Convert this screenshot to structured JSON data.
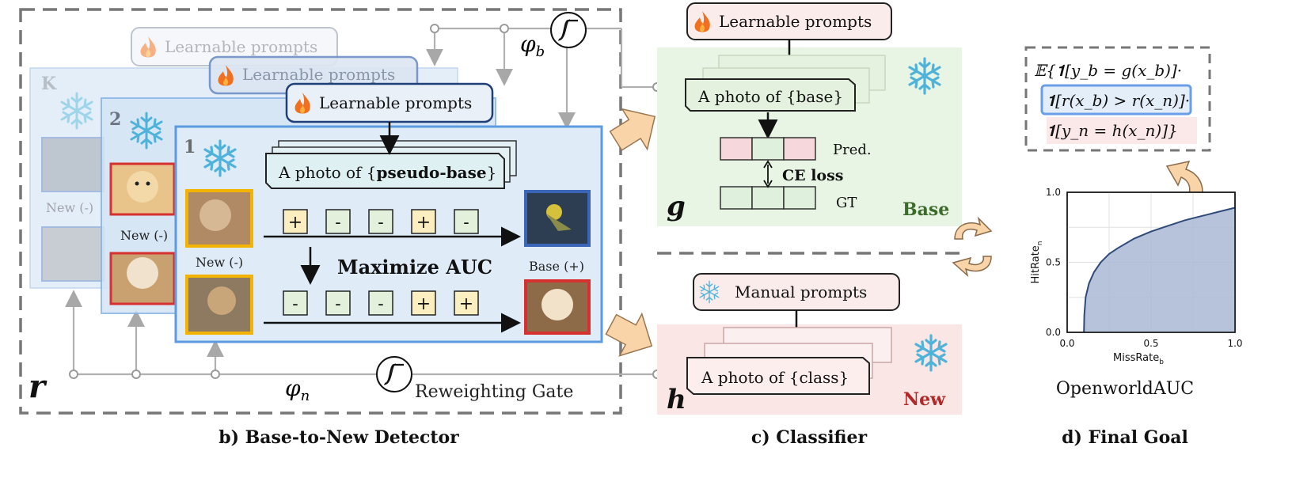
{
  "detector": {
    "caption": "b) Base-to-New Detector",
    "stack_labels": [
      "K",
      "2",
      "1"
    ],
    "prompt_label": "Learnable prompts",
    "template_text_prefix": "A photo of {",
    "template_text_bold": "pseudo-base",
    "template_text_suffix": "}",
    "new_label": "New (-)",
    "base_label": "Base (+)",
    "maximize_label": "Maximize AUC",
    "row1_signs": [
      "+",
      "-",
      "-",
      "+",
      "-"
    ],
    "row2_signs": [
      "-",
      "-",
      "-",
      "+",
      "+"
    ],
    "phi_b": "φ",
    "phi_b_sub": "b",
    "phi_n": "φ",
    "phi_n_sub": "n",
    "gate_label": "Reweighting Gate",
    "r_label": "r"
  },
  "classifier": {
    "caption": "c) Classifier",
    "base_prompt_label": "Learnable prompts",
    "base_template": "A photo of {base}",
    "pred_label": "Pred.",
    "loss_label": "CE loss",
    "gt_label": "GT",
    "base_tag": "Base",
    "g_label": "g",
    "new_prompt_label": "Manual prompts",
    "new_template": "A photo of {class}",
    "new_tag": "New",
    "h_label": "h"
  },
  "goal": {
    "caption": "d) Final Goal",
    "formula_line1": "𝔼{𝟏[y_b = g(x_b)]·",
    "formula_line2": "𝟏[r(x_b) > r(x_n)]·",
    "formula_line3": "𝟏[y_n = h(x_n)]}",
    "chart_title": "OpenworldAUC"
  },
  "colors": {
    "detector_bg": "#dbe9f6",
    "base_panel": "#e8f4e4",
    "new_panel": "#fbe6e6",
    "prompt_bg": "#fbecec",
    "accent_blue": "#3b7fd6",
    "arrow_fill": "#f8d4a8",
    "snowflake": "#4fb3d9",
    "flame": "#f07020",
    "base_text": "#3d6b2c",
    "new_text": "#b02828",
    "curve_fill": "#a9b9d3"
  },
  "chart_data": {
    "type": "area",
    "x": [
      0.1,
      0.102,
      0.11,
      0.13,
      0.16,
      0.2,
      0.25,
      0.3,
      0.4,
      0.5,
      0.6,
      0.7,
      0.8,
      0.9,
      1.0
    ],
    "y": [
      0.0,
      0.12,
      0.25,
      0.35,
      0.43,
      0.5,
      0.56,
      0.6,
      0.67,
      0.72,
      0.76,
      0.8,
      0.83,
      0.86,
      0.89
    ],
    "xlabel": "MissRate",
    "xlabel_sub": "b",
    "ylabel": "HitRate",
    "ylabel_sub": "n",
    "xlim": [
      0,
      1
    ],
    "ylim": [
      0,
      1
    ],
    "xticks": [
      "0.0",
      "0.5",
      "1.0"
    ],
    "yticks": [
      "0.0",
      "0.5",
      "1.0"
    ],
    "grid": true
  }
}
